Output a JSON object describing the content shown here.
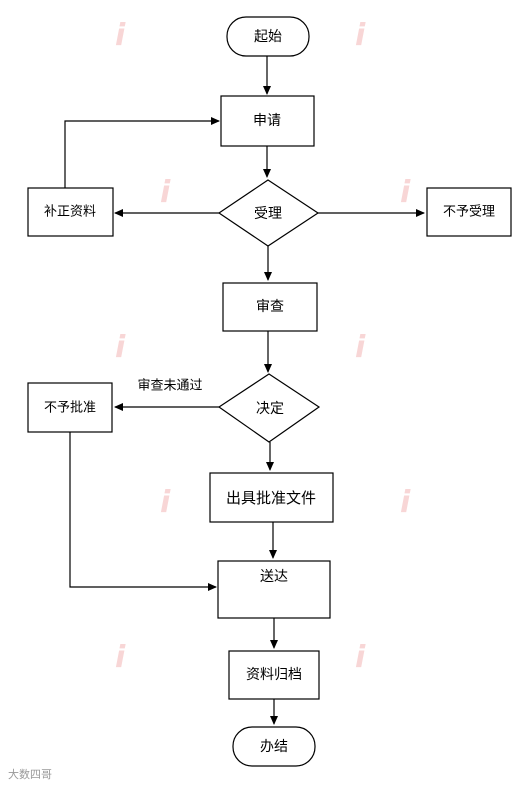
{
  "flowchart": {
    "nodes": {
      "start": "起始",
      "apply": "申请",
      "accept": "受理",
      "correct": "补正资料",
      "reject_accept": "不予受理",
      "review": "审查",
      "decide": "决定",
      "reject_approve": "不予批准",
      "issue": "出具批准文件",
      "deliver": "送达",
      "archive": "资料归档",
      "end": "办结"
    },
    "edge_labels": {
      "review_failed": "审查未通过"
    }
  },
  "colors": {
    "stroke": "#000000",
    "background": "#ffffff",
    "watermark": "#f0c8c8"
  },
  "footer": "大数四哥"
}
